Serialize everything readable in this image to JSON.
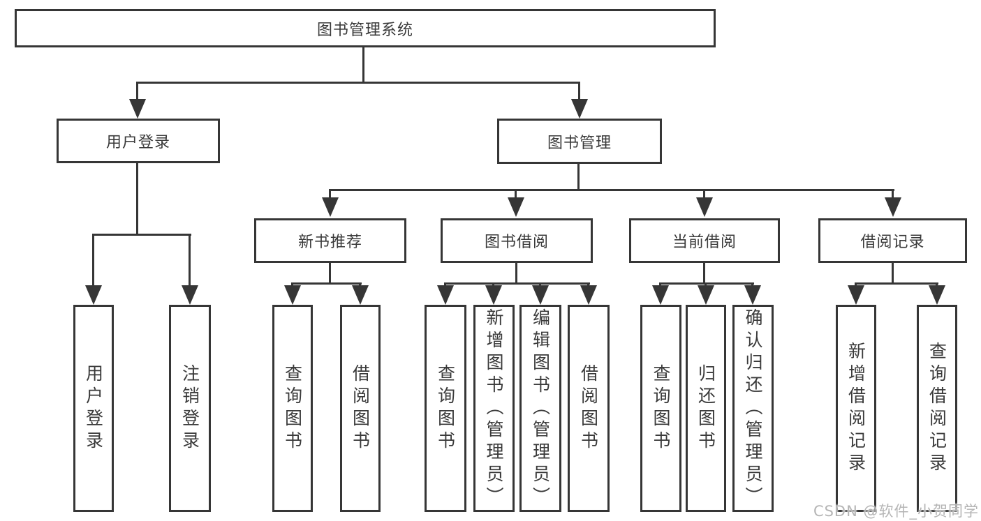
{
  "diagram": {
    "root": {
      "label": "图书管理系统"
    },
    "level2": [
      {
        "label": "用户登录"
      },
      {
        "label": "图书管理"
      }
    ],
    "level3": [
      {
        "label": "新书推荐"
      },
      {
        "label": "图书借阅"
      },
      {
        "label": "当前借阅"
      },
      {
        "label": "借阅记录"
      }
    ],
    "leaves": {
      "user_login": [
        "用户登录",
        "注销登录"
      ],
      "new_book": [
        "查询图书",
        "借阅图书"
      ],
      "book_borrow": [
        "查询图书",
        "新增图书（管理员）",
        "编辑图书（管理员）",
        "借阅图书"
      ],
      "current_borrow": [
        "查询图书",
        "归还图书",
        "确认归还（管理员）"
      ],
      "borrow_record": [
        "新增借阅记录",
        "查询借阅记录"
      ]
    }
  },
  "watermark": "CSDN @软件_小贺同学",
  "colors": {
    "line": "#363636",
    "text": "#3a3a3a",
    "watermark": "#b5b5b5",
    "background": "#ffffff"
  }
}
